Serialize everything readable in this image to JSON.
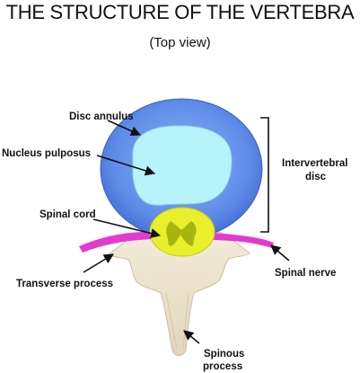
{
  "title": "THE STRUCTURE OF THE VERTEBRA",
  "subtitle": "(Top view)",
  "labels": {
    "disc_annulus": "Disc annulus",
    "nucleus_pulposus": "Nucleus pulposus",
    "spinal_cord": "Spinal cord",
    "transverse_process": "Transverse process",
    "intervertebral_disc_line1": "Intervertebral",
    "intervertebral_disc_line2": "disc",
    "spinal_nerve": "Spinal nerve",
    "spinous_process_line1": "Spinous",
    "spinous_process_line2": "process"
  },
  "colors": {
    "disc_annulus": "#5b86e6",
    "nucleus_pulposus": "#b6f3fb",
    "spinal_cord": "#e9ef2a",
    "spinal_cord_inner": "#a8b410",
    "spinal_nerve": "#e23bd0",
    "bone": "#ece3cf"
  }
}
